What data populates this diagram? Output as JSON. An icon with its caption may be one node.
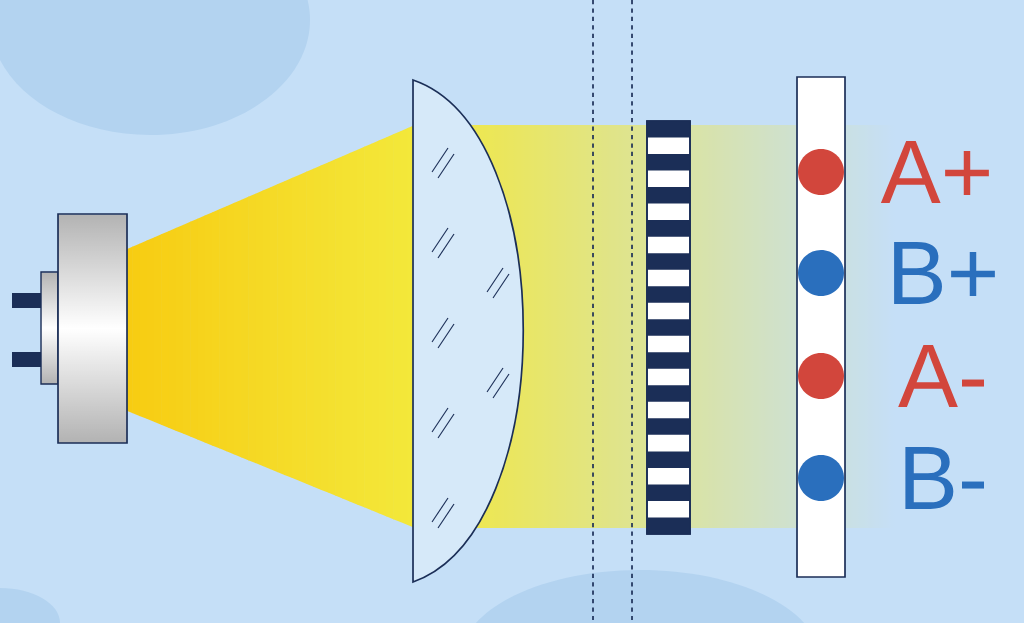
{
  "diagram": {
    "labels": [
      "A+",
      "B+",
      "A-",
      "B-"
    ]
  }
}
